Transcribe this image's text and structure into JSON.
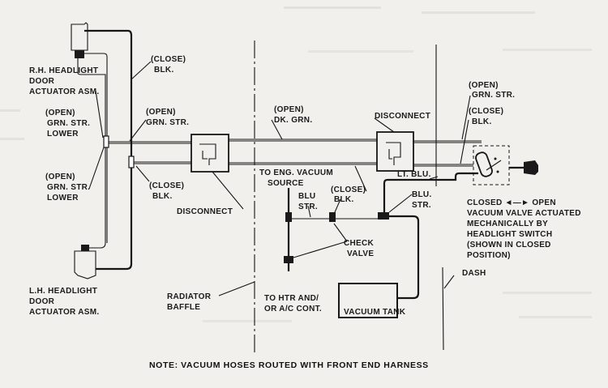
{
  "labels": {
    "rh_actuator": [
      "R.H. HEADLIGHT",
      "DOOR",
      "ACTUATOR ASM."
    ],
    "lh_actuator": [
      "L.H. HEADLIGHT",
      "DOOR",
      "ACTUATOR ASM."
    ],
    "close_blk_top": [
      "(CLOSE)",
      "BLK."
    ],
    "open_grn_str_upper": [
      "(OPEN)",
      "GRN. STR."
    ],
    "lower_upper": "LOWER",
    "open_grn_str_lower": [
      "(OPEN)",
      "GRN. STR."
    ],
    "lower_lower": "LOWER",
    "open_grn_str_mid": [
      "(OPEN)",
      "GRN. STR."
    ],
    "close_blk_mid": [
      "(CLOSE)",
      "BLK."
    ],
    "open_dk_grn": [
      "(OPEN)",
      "DK. GRN."
    ],
    "disconnect_left": "DISCONNECT",
    "disconnect_right": "DISCONNECT",
    "open_grn_str_right": [
      "(OPEN)",
      "GRN. STR."
    ],
    "close_blk_right": [
      "(CLOSE)",
      "BLK."
    ],
    "lt_blu": "LT. BLU.",
    "to_eng_vacuum": [
      "TO ENG. VACUUM",
      "SOURCE"
    ],
    "blu_str_left": [
      "BLU",
      "STR."
    ],
    "close_blk_center": [
      "(CLOSE)",
      "BLK."
    ],
    "blu_str_right": [
      "BLU.",
      "STR."
    ],
    "check_valve": [
      "CHECK",
      "VALVE"
    ],
    "valve_desc": [
      "CLOSED ◄—► OPEN",
      "VACUUM VALVE ACTUATED",
      "MECHANICALLY BY",
      "HEADLIGHT SWITCH",
      "(SHOWN IN CLOSED",
      "POSITION)"
    ],
    "dash": "DASH",
    "radiator_baffle": [
      "RADIATOR",
      "BAFFLE"
    ],
    "to_htr": [
      "TO HTR AND/",
      "OR A/C CONT."
    ],
    "vacuum_tank": "VACUUM TANK"
  },
  "note": "NOTE: VACUUM HOSES ROUTED WITH FRONT END HARNESS"
}
